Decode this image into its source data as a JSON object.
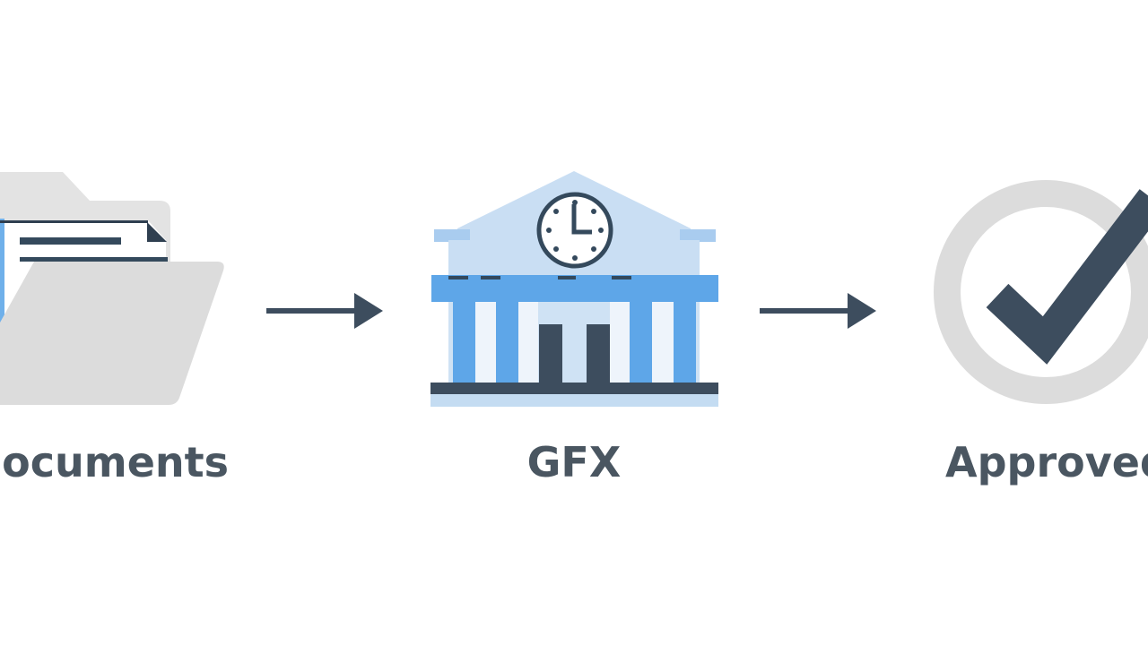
{
  "steps": [
    {
      "label": "Documents",
      "icon": "folder-documents-icon"
    },
    {
      "label": "GFX",
      "icon": "bank-clock-icon"
    },
    {
      "label": "Approved",
      "icon": "checkmark-circle-icon"
    }
  ],
  "connectors": [
    "arrow-right-icon",
    "arrow-right-icon"
  ],
  "colors": {
    "dark": "#3d4d5e",
    "blue": "#5ea6e8",
    "light_blue": "#c4dcf2",
    "gray": "#dddddd",
    "text": "#4a5661"
  }
}
